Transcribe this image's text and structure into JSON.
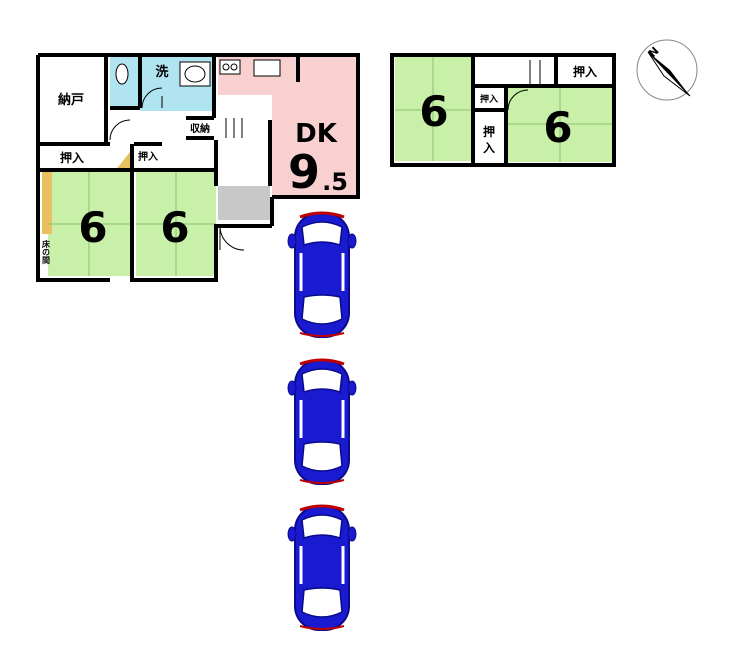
{
  "floor1": {
    "storage_room": "納戸",
    "washroom": "洗",
    "closet_1": "収納",
    "oshiire_left": "押入",
    "oshiire_small": "押入",
    "tokonoma": "床の間",
    "room_left_size": "6",
    "room_middle_size": "6",
    "dk_label": "DK",
    "dk_size_int": "9",
    "dk_size_dec": ".5"
  },
  "floor2": {
    "room_left_size": "6",
    "room_right_size": "6",
    "oshiire_top": "押入",
    "oshiire_small": "押入",
    "oshiire_vertical_1": "押",
    "oshiire_vertical_2": "入"
  },
  "compass": {
    "north": "N"
  },
  "parking": {
    "car_count": 3
  },
  "colors": {
    "tatami": "#c8f0a8",
    "dk_floor": "#f8d0d0",
    "water_area": "#b0e4f0",
    "hall_gray": "#c8c8c8",
    "tokonoma_wood": "#e8c060",
    "car_blue": "#1a1ad0",
    "car_red": "#c00000"
  }
}
